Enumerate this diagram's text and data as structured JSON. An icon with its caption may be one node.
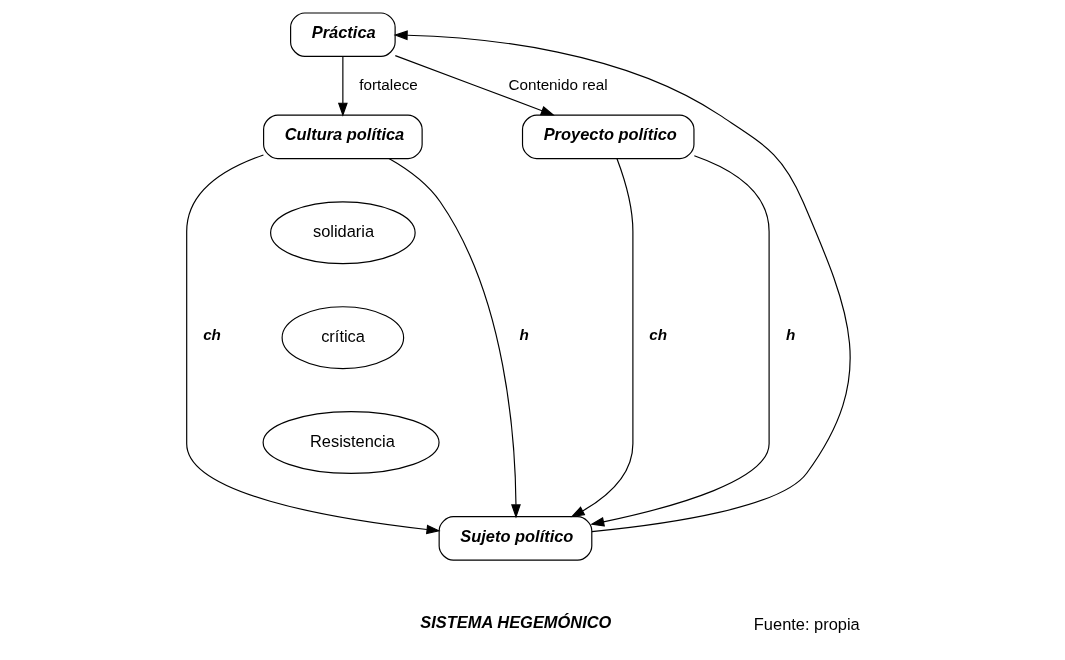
{
  "diagram": {
    "nodes": [
      {
        "text": [
          "Práctica"
        ]
      },
      {
        "text": [
          "Cultura política"
        ]
      },
      {
        "text": [
          "Proyecto político"
        ]
      },
      {
        "text": [
          "solidaria"
        ]
      },
      {
        "text": [
          "crítica"
        ]
      },
      {
        "text": [
          "Resistencia"
        ]
      },
      {
        "text": [
          "Sujeto político"
        ]
      }
    ],
    "edges": [
      {
        "from": 0,
        "to": 1,
        "arrow": "to",
        "label": "fortalece"
      },
      {
        "from": 0,
        "to": 2,
        "arrow": "to",
        "label": "Contenido real"
      },
      {
        "from": 6,
        "to": 0,
        "arrow": "to"
      },
      {
        "from": 1,
        "to": 6,
        "arrow": "to",
        "label": "ch"
      },
      {
        "from": 2,
        "to": 6,
        "arrow": "to",
        "label": "ch"
      },
      {
        "from": 1,
        "to": 6,
        "arrow": "to",
        "label": "h"
      },
      {
        "from": 2,
        "to": 6,
        "arrow": "to",
        "label": "h"
      }
    ],
    "labels": [
      "SISTEMA HEGEMÓNICO",
      "Fuente: propia"
    ]
  }
}
